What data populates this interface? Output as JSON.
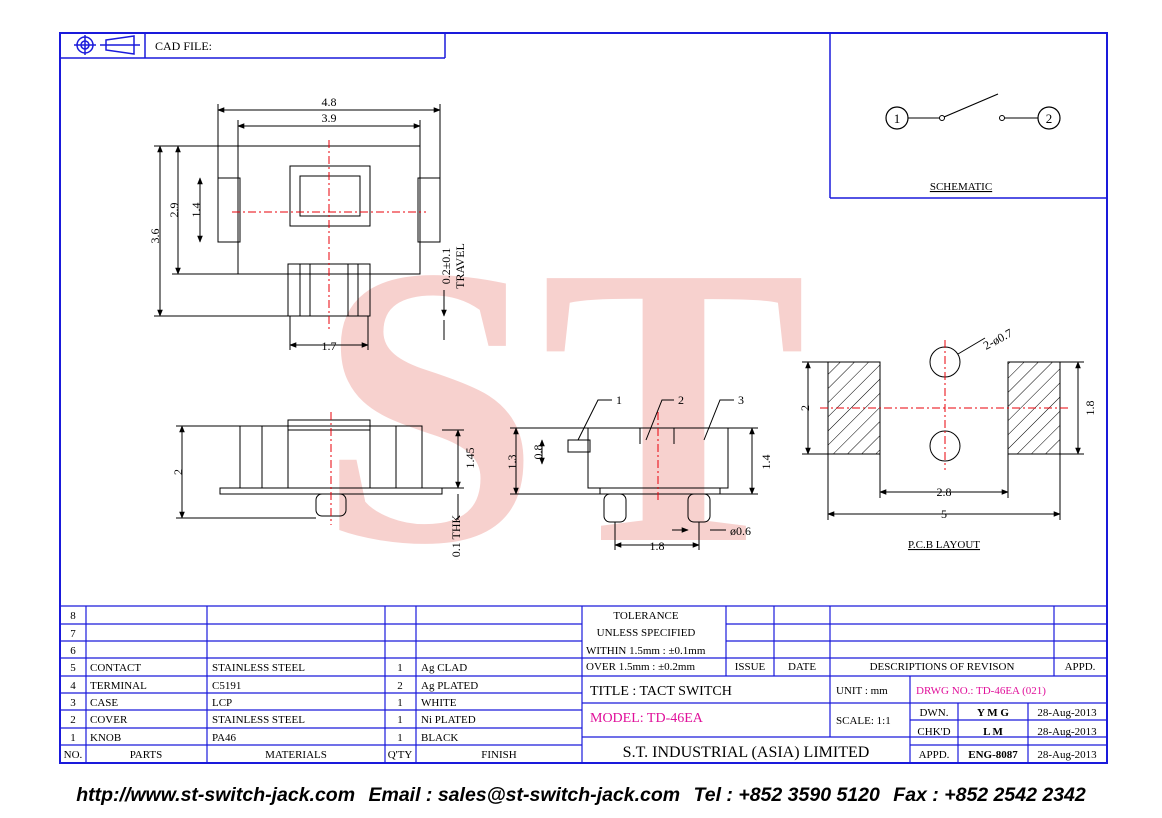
{
  "header": {
    "cad_file_label": "CAD FILE:"
  },
  "schematic": {
    "pin1": "1",
    "pin2": "2",
    "label": "SCHEMATIC"
  },
  "top_view": {
    "dim_width_outer": "4.8",
    "dim_width_inner": "3.9",
    "dim_height_total": "3.6",
    "dim_height_body": "2.9",
    "dim_height_center": "1.4",
    "dim_travel": "0.2±0.1",
    "travel_label": "TRAVEL",
    "dim_knob_width": "1.7"
  },
  "side_view": {
    "dim_height": "2",
    "dim_body": "1.45",
    "dim_thk": "0.1 THK"
  },
  "front_view": {
    "callout_1": "1",
    "callout_2": "2",
    "callout_3": "3",
    "dim_13": "1.3",
    "dim_08": "0.8",
    "dim_14": "1.4",
    "dim_pitch": "1.8",
    "dim_pin": "ø0.6"
  },
  "pcb_layout": {
    "dim_hole": "2-ø0.7",
    "dim_pad_height": "2",
    "dim_pad_height_right": "1.8",
    "dim_inner": "2.8",
    "dim_outer": "5",
    "label": "P.C.B LAYOUT"
  },
  "watermark": "ST",
  "bom": {
    "rows": [
      {
        "no": "8",
        "part": "",
        "material": "",
        "qty": "",
        "finish": ""
      },
      {
        "no": "7",
        "part": "",
        "material": "",
        "qty": "",
        "finish": ""
      },
      {
        "no": "6",
        "part": "",
        "material": "",
        "qty": "",
        "finish": ""
      },
      {
        "no": "5",
        "part": "CONTACT",
        "material": "STAINLESS STEEL",
        "qty": "1",
        "finish": "Ag CLAD"
      },
      {
        "no": "4",
        "part": "TERMINAL",
        "material": "C5191",
        "qty": "2",
        "finish": "Ag PLATED"
      },
      {
        "no": "3",
        "part": "CASE",
        "material": "LCP",
        "qty": "1",
        "finish": "WHITE"
      },
      {
        "no": "2",
        "part": "COVER",
        "material": "STAINLESS STEEL",
        "qty": "1",
        "finish": "Ni PLATED"
      },
      {
        "no": "1",
        "part": "KNOB",
        "material": "PA46",
        "qty": "1",
        "finish": "BLACK"
      }
    ],
    "headers": {
      "no": "NO.",
      "part": "PARTS",
      "material": "MATERIALS",
      "qty": "Q'TY",
      "finish": "FINISH"
    }
  },
  "title_block": {
    "tolerance_1": "TOLERANCE",
    "tolerance_2": "UNLESS SPECIFIED",
    "within": "WITHIN  1.5mm : ±0.1mm",
    "over": "OVER   1.5mm : ±0.2mm",
    "issue": "ISSUE",
    "date": "DATE",
    "descriptions": "DESCRIPTIONS OF REVISON",
    "appd": "APPD.",
    "title": "TITLE : TACT SWITCH",
    "unit": "UNIT :  mm",
    "drwg_no": "DRWG NO.: TD-46EA (021)",
    "model": "MODEL: TD-46EA",
    "scale": "SCALE:  1:1",
    "dwn_label": "DWN.",
    "dwn_name": "Y M G",
    "dwn_date": "28-Aug-2013",
    "chkd_label": "CHK'D",
    "chkd_name": "L M",
    "chkd_date": "28-Aug-2013",
    "appd_label": "APPD.",
    "appd_name": "ENG-8087",
    "appd_date": "28-Aug-2013",
    "company": "S.T.  INDUSTRIAL  (ASIA)  LIMITED"
  },
  "footer": {
    "web": "http://www.st-switch-jack.com",
    "email": "Email : sales@st-switch-jack.com",
    "tel": "Tel : +852 3590 5120",
    "fax": "Fax : +852 2542 2342"
  },
  "colors": {
    "frame": "#1a1adb",
    "line": "#000000",
    "center": "#e8000a",
    "watermark": "#f6c9c6",
    "magenta": "#e0109a"
  }
}
